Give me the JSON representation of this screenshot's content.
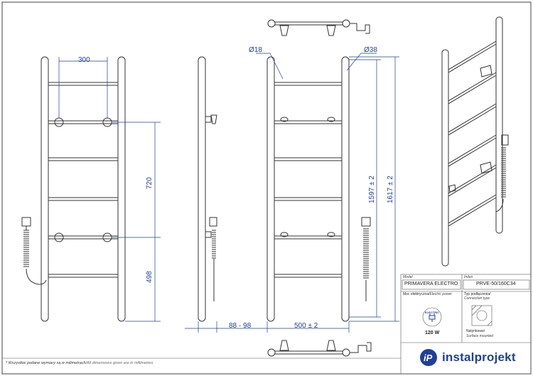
{
  "dimensions": {
    "rung_spacing": "300",
    "upper_height": "720",
    "lower_height": "498",
    "wall_distance": "88 - 98",
    "pipe_diameter_small": "Ø18",
    "pipe_diameter_large": "Ø38",
    "height_inner": "1597 ± 2",
    "height_total": "1617 ± 2",
    "width": "500 ± 2"
  },
  "title_block": {
    "model_caption": "Model",
    "model_value": "PRIMAVERA ELECTRO",
    "index_caption": "Index",
    "index_value": "PRVE-50/160C34",
    "power_caption_pl": "Moc elektryczna/",
    "power_caption_en": "Electric power",
    "connection_caption_pl": "Typ podłączenia/",
    "connection_caption_en": "Connection type",
    "power_badge": "ELECTRIC",
    "power_value": "120 W",
    "mount_pl": "Natynkowe/",
    "mount_en": "Surface mounted"
  },
  "footer": {
    "note_pl": "* Wszystkie podane wymiary są w milimetrach/",
    "note_en": "All dimensions given are in millimetres",
    "brand": "instalprojekt"
  },
  "colors": {
    "dimension": "#1f3f99",
    "line": "#333333",
    "frame": "#444444",
    "brand": "#1f3f99"
  }
}
